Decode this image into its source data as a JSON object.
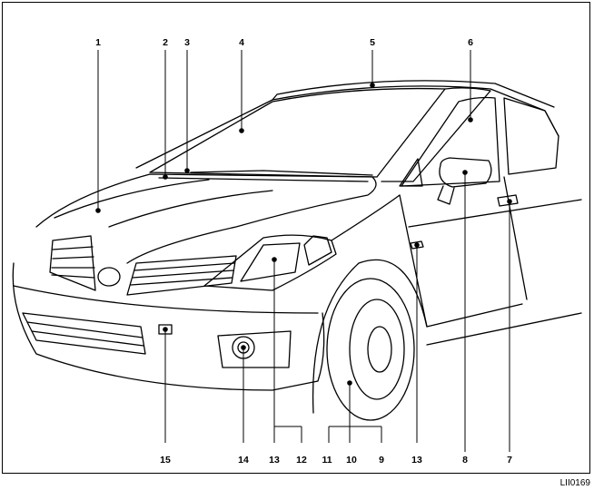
{
  "figure": {
    "id": "LII0169",
    "callouts": [
      "1",
      "2",
      "3",
      "4",
      "5",
      "6",
      "7",
      "8",
      "9",
      "10",
      "11",
      "12",
      "13",
      "13",
      "14",
      "15"
    ]
  }
}
